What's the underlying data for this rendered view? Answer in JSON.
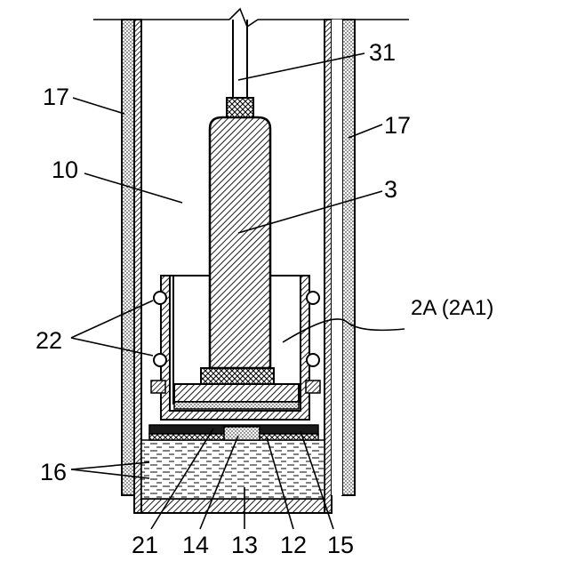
{
  "labels": {
    "l31": "31",
    "l17_left": "17",
    "l17_right": "17",
    "l10": "10",
    "l3": "3",
    "l2a": "2A (2A1)",
    "l22": "22",
    "l16": "16",
    "l21": "21",
    "l14": "14",
    "l13": "13",
    "l12": "12",
    "l15": "15"
  }
}
